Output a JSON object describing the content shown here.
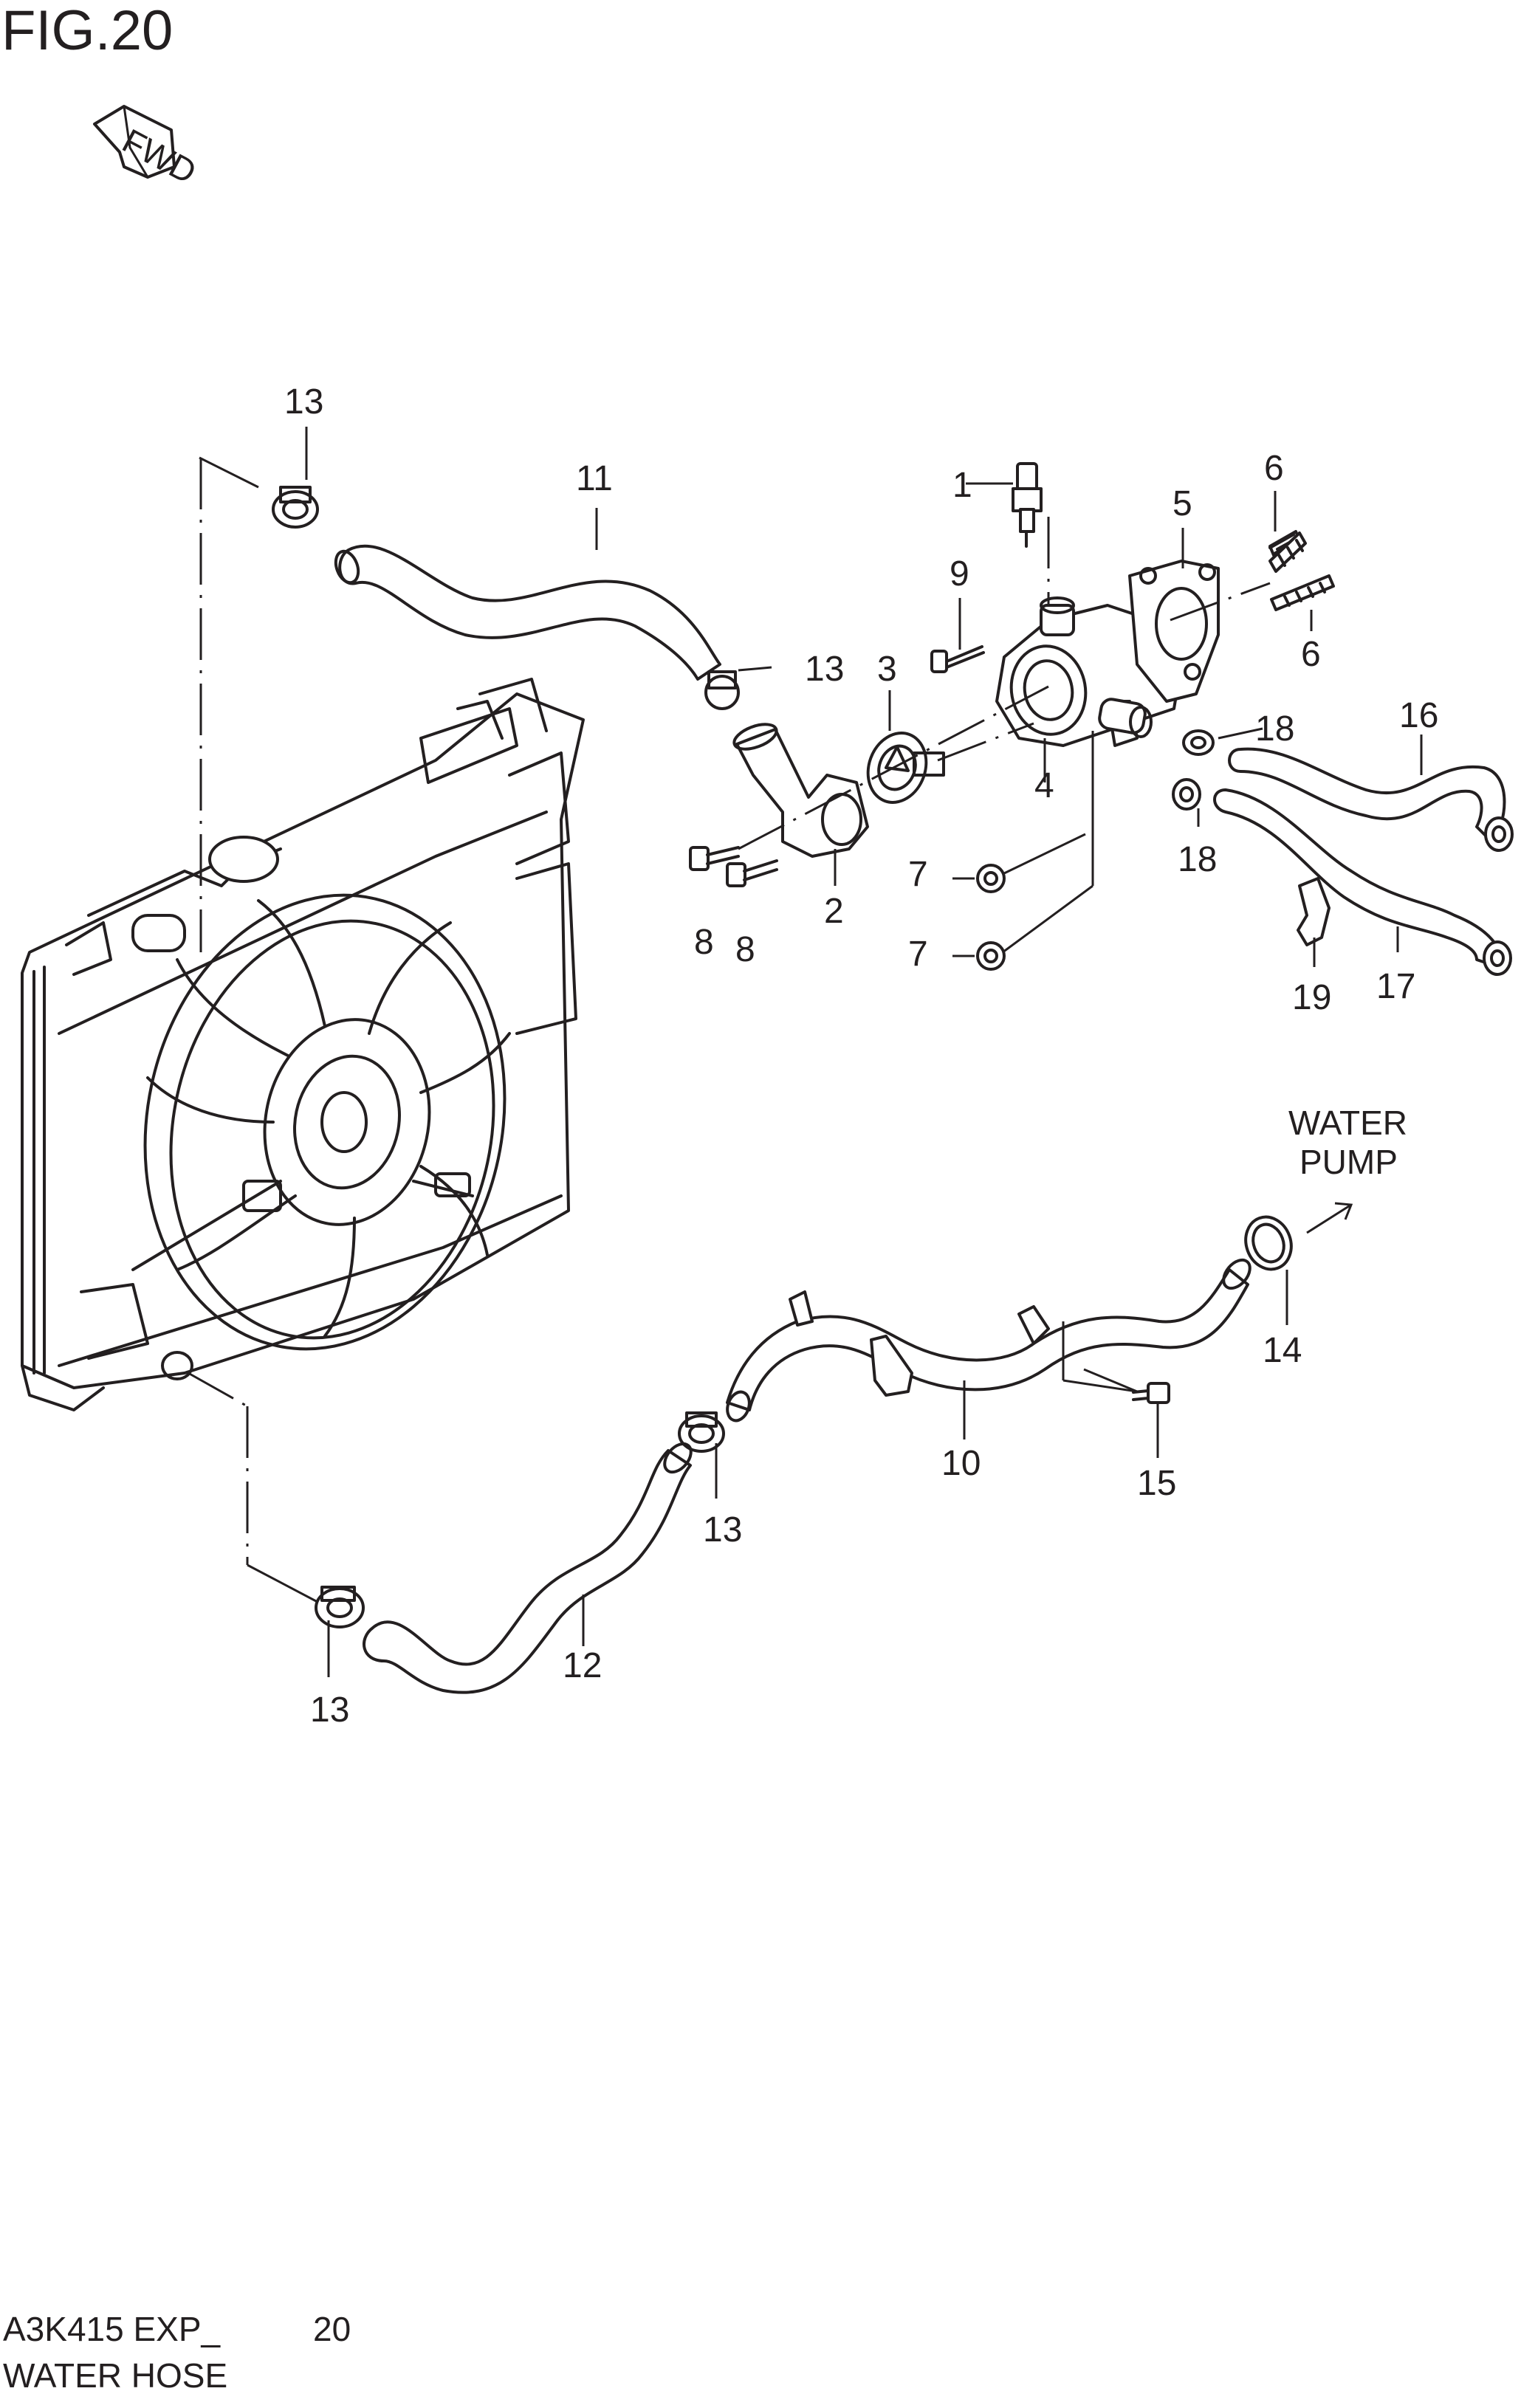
{
  "figure": {
    "title": "FIG.20",
    "fwd_label": "FWD",
    "note_lines": [
      "WATER",
      "PUMP"
    ]
  },
  "footer": {
    "model_code": "A3K415 EXP_",
    "page_number": "20",
    "section_name": "WATER HOSE"
  },
  "callouts": [
    {
      "id": "c1",
      "label": "1"
    },
    {
      "id": "c2",
      "label": "2"
    },
    {
      "id": "c3",
      "label": "3"
    },
    {
      "id": "c4",
      "label": "4"
    },
    {
      "id": "c5",
      "label": "5"
    },
    {
      "id": "c6a",
      "label": "6"
    },
    {
      "id": "c6b",
      "label": "6"
    },
    {
      "id": "c7a",
      "label": "7"
    },
    {
      "id": "c7b",
      "label": "7"
    },
    {
      "id": "c8a",
      "label": "8"
    },
    {
      "id": "c8b",
      "label": "8"
    },
    {
      "id": "c9",
      "label": "9"
    },
    {
      "id": "c10",
      "label": "10"
    },
    {
      "id": "c11",
      "label": "11"
    },
    {
      "id": "c12",
      "label": "12"
    },
    {
      "id": "c13a",
      "label": "13"
    },
    {
      "id": "c13b",
      "label": "13"
    },
    {
      "id": "c13c",
      "label": "13"
    },
    {
      "id": "c13d",
      "label": "13"
    },
    {
      "id": "c14",
      "label": "14"
    },
    {
      "id": "c15",
      "label": "15"
    },
    {
      "id": "c16",
      "label": "16"
    },
    {
      "id": "c17",
      "label": "17"
    },
    {
      "id": "c18a",
      "label": "18"
    },
    {
      "id": "c18b",
      "label": "18"
    },
    {
      "id": "c19",
      "label": "19"
    }
  ]
}
